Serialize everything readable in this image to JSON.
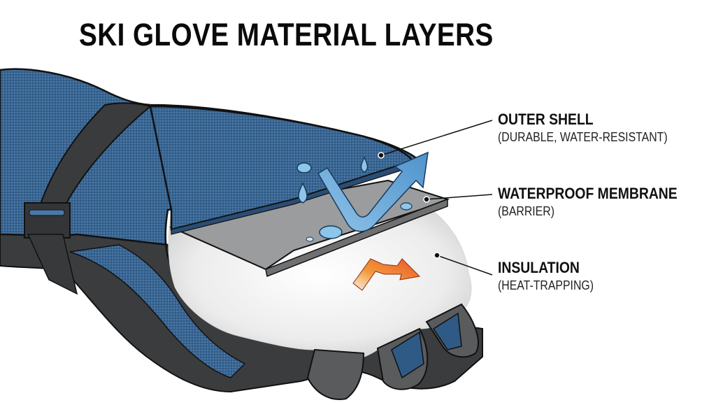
{
  "title": "SKI GLOVE MATERIAL LAYERS",
  "layers": [
    {
      "heading": "OUTER SHELL",
      "subtitle": "(DURABLE, WATER-RESISTANT)",
      "color": "#3a6591"
    },
    {
      "heading": "WATERPROOF MEMBRANE",
      "subtitle": "(BARRIER)",
      "color": "#8f9194"
    },
    {
      "heading": "INSULATION",
      "subtitle": "(HEAT-TRAPPING)",
      "color": "#eeeeee"
    }
  ],
  "arrows": [
    {
      "name": "moisture-vapor-arrow",
      "color": "#5aa2d6"
    },
    {
      "name": "heat-arrow",
      "color": "#f07a2e"
    }
  ],
  "colors": {
    "fabric_blue": "#3a6591",
    "strap_dark": "#3a3b3d",
    "membrane_gray": "#9a9c9e",
    "insulation_white": "#f0f0f0",
    "water_drop": "#8cc6e8"
  }
}
